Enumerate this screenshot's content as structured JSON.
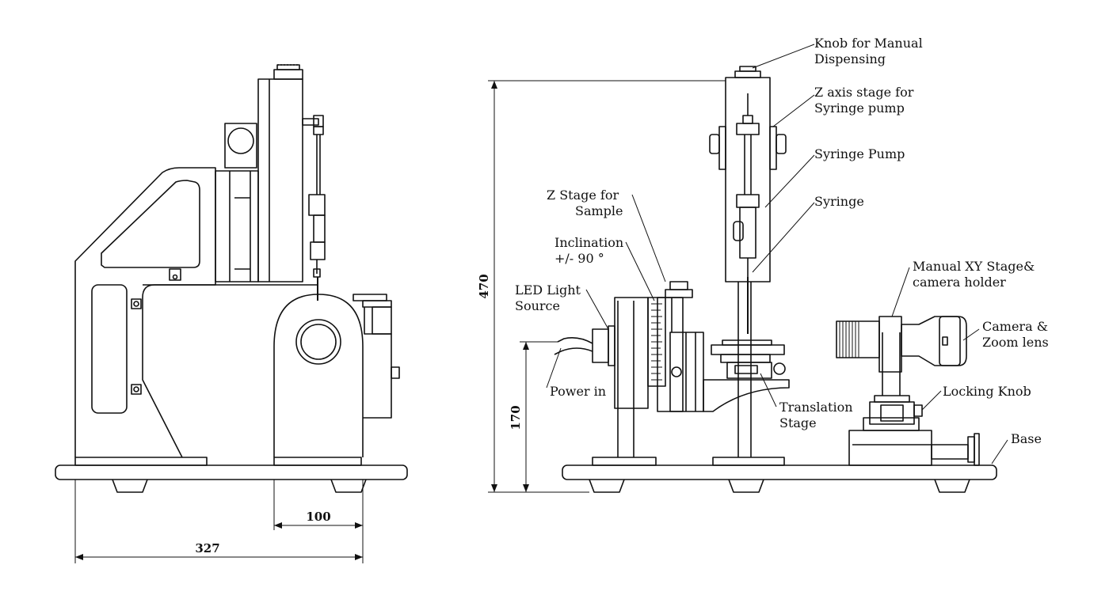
{
  "labels": {
    "knob_manual_dispensing": [
      "Knob for Manual",
      "Dispensing"
    ],
    "z_axis_stage": [
      "Z axis stage for",
      "Syringe pump"
    ],
    "syringe_pump": [
      "Syringe Pump"
    ],
    "syringe": [
      "Syringe"
    ],
    "z_stage_sample": [
      "Z Stage for",
      "Sample"
    ],
    "inclination": [
      "Inclination",
      "+/- 90 °"
    ],
    "led_light_source": [
      "LED Light",
      "Source"
    ],
    "manual_xy_stage": [
      "Manual XY Stage&",
      "camera holder"
    ],
    "camera_zoom": [
      "Camera &",
      "Zoom lens"
    ],
    "power_in": [
      "Power in"
    ],
    "locking_knob": [
      "Locking Knob"
    ],
    "translation_stage": [
      "Translation",
      "Stage"
    ],
    "base": [
      "Base"
    ]
  },
  "dimensions": {
    "width_total": "327",
    "width_partial": "100",
    "height_total": "470",
    "height_partial": "170"
  },
  "colors": {
    "line": "#111111",
    "background": "#ffffff"
  }
}
